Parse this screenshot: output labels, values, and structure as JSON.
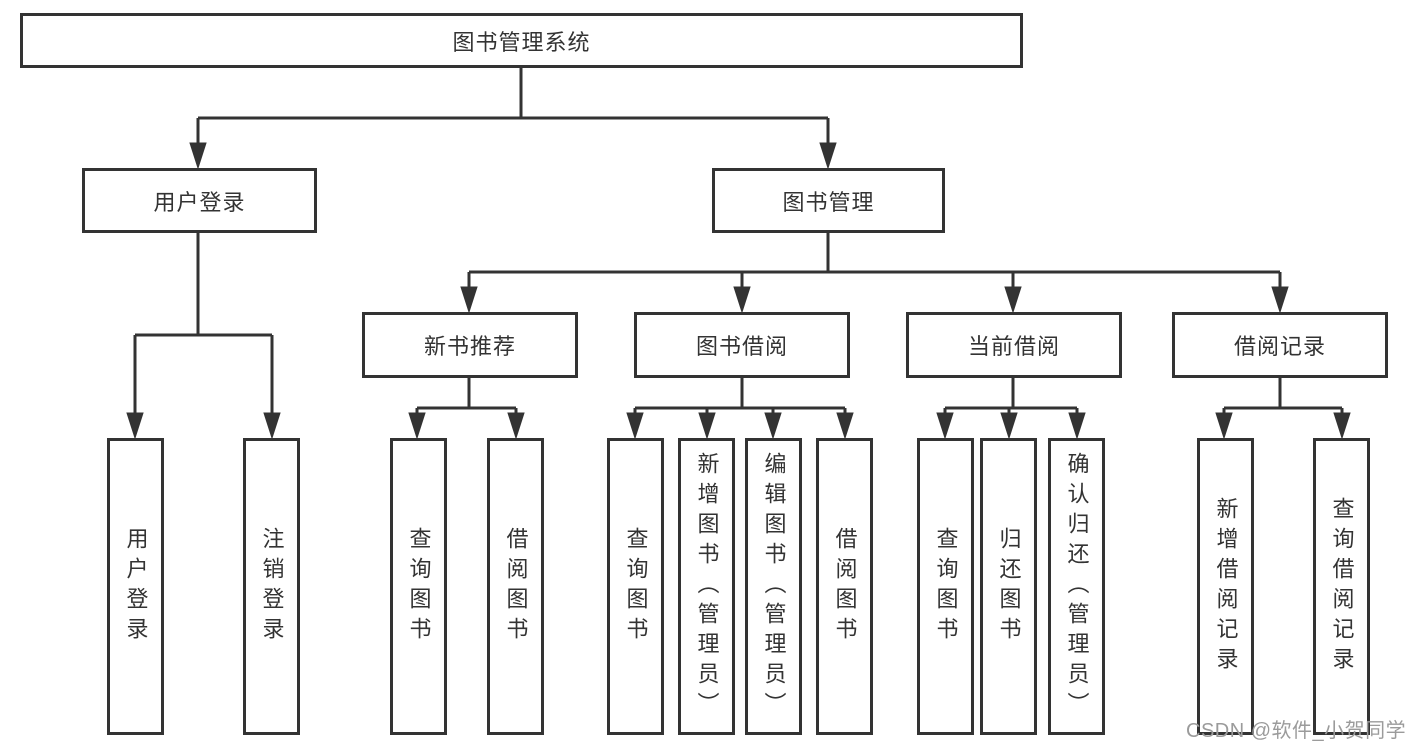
{
  "diagram": {
    "root": {
      "label": "图书管理系统"
    },
    "branches": {
      "user_login": {
        "label": "用户登录",
        "children": {
          "login": {
            "label": "用户登录"
          },
          "logout": {
            "label": "注销登录"
          }
        }
      },
      "book_mgmt": {
        "label": "图书管理",
        "children": {
          "new_books": {
            "label": "新书推荐",
            "children": {
              "query": {
                "label": "查询图书"
              },
              "borrow": {
                "label": "借阅图书"
              }
            }
          },
          "book_borrow": {
            "label": "图书借阅",
            "children": {
              "query": {
                "label": "查询图书"
              },
              "add": {
                "label": "新增图书（管理员）"
              },
              "edit": {
                "label": "编辑图书（管理员）"
              },
              "borrow": {
                "label": "借阅图书"
              }
            }
          },
          "current_borrow": {
            "label": "当前借阅",
            "children": {
              "query": {
                "label": "查询图书"
              },
              "return": {
                "label": "归还图书"
              },
              "confirm": {
                "label": "确认归还（管理员）"
              }
            }
          },
          "borrow_records": {
            "label": "借阅记录",
            "children": {
              "add": {
                "label": "新增借阅记录"
              },
              "query": {
                "label": "查询借阅记录"
              }
            }
          }
        }
      }
    },
    "watermark": "CSDN @软件_小贺同学",
    "colors": {
      "line": "#333333",
      "text": "#333333",
      "box_background": "#ffffff",
      "watermark": "#9b9b9b"
    }
  }
}
